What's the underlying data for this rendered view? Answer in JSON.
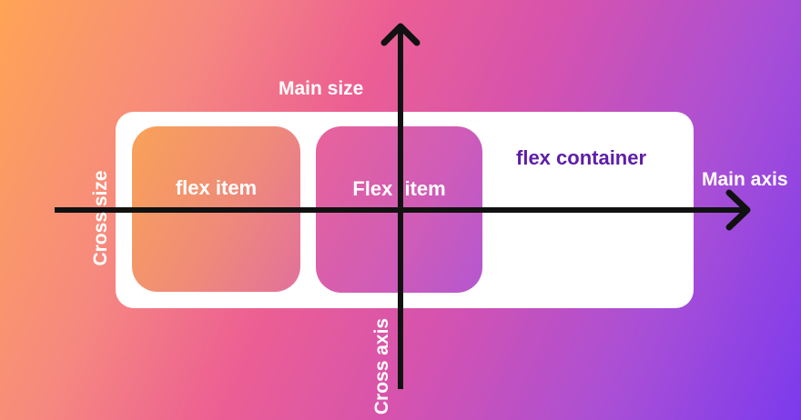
{
  "diagram": {
    "title_semantic": "CSS flexbox axes diagram",
    "container_label": "flex container",
    "items": [
      {
        "label": "flex item"
      },
      {
        "label": "Flex item"
      }
    ],
    "axis_labels": {
      "main_size": "Main size",
      "main_axis": "Main axis",
      "cross_size": "Cross size",
      "cross_axis": "Cross axis"
    },
    "colors": {
      "background_gradient": [
        "#ffa456",
        "#f6897f",
        "#ec5f93",
        "#d653ae",
        "#a94fd6",
        "#7c3aed"
      ],
      "container_background": "#ffffff",
      "item1_gradient": [
        "#f9a258",
        "#e2709c"
      ],
      "item2_gradient": [
        "#e8639a",
        "#b457d0"
      ],
      "container_label_text": "#5e1da8",
      "axis_line": "#111111",
      "label_text": "#ffffff"
    }
  }
}
